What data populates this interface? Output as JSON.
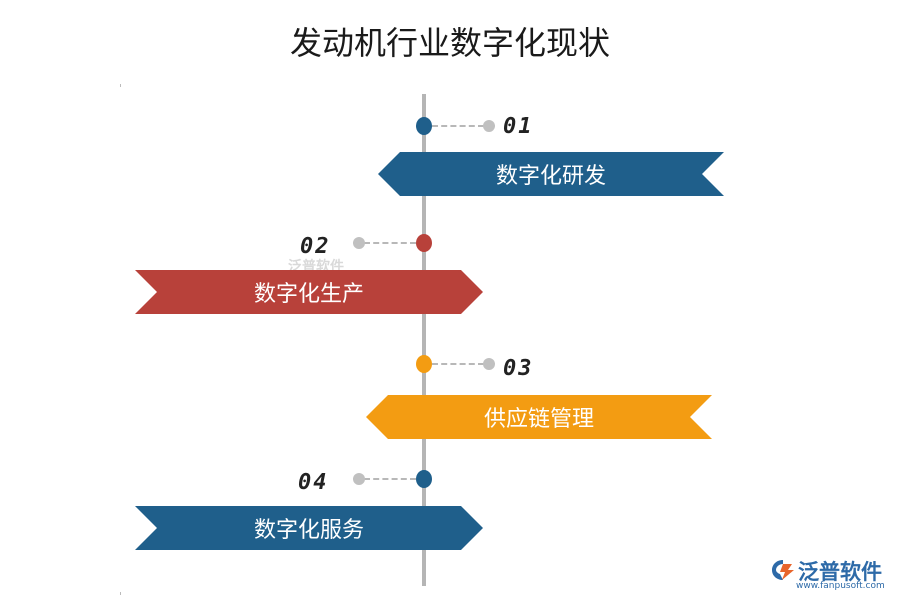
{
  "title": "发动机行业数字化现状",
  "colors": {
    "blue": "#1f5f8b",
    "red": "#b8413a",
    "orange": "#f39c12",
    "spine": "#b5b5b5",
    "gray_dot": "#c0c0c0"
  },
  "steps": [
    {
      "number": "01",
      "label": "数字化研发",
      "color": "#1f5f8b"
    },
    {
      "number": "02",
      "label": "数字化生产",
      "color": "#b8413a"
    },
    {
      "number": "03",
      "label": "供应链管理",
      "color": "#f39c12"
    },
    {
      "number": "04",
      "label": "数字化服务",
      "color": "#1f5f8b"
    }
  ],
  "watermark": {
    "name": "泛普软件",
    "url": "www.fanpusoft.com"
  }
}
